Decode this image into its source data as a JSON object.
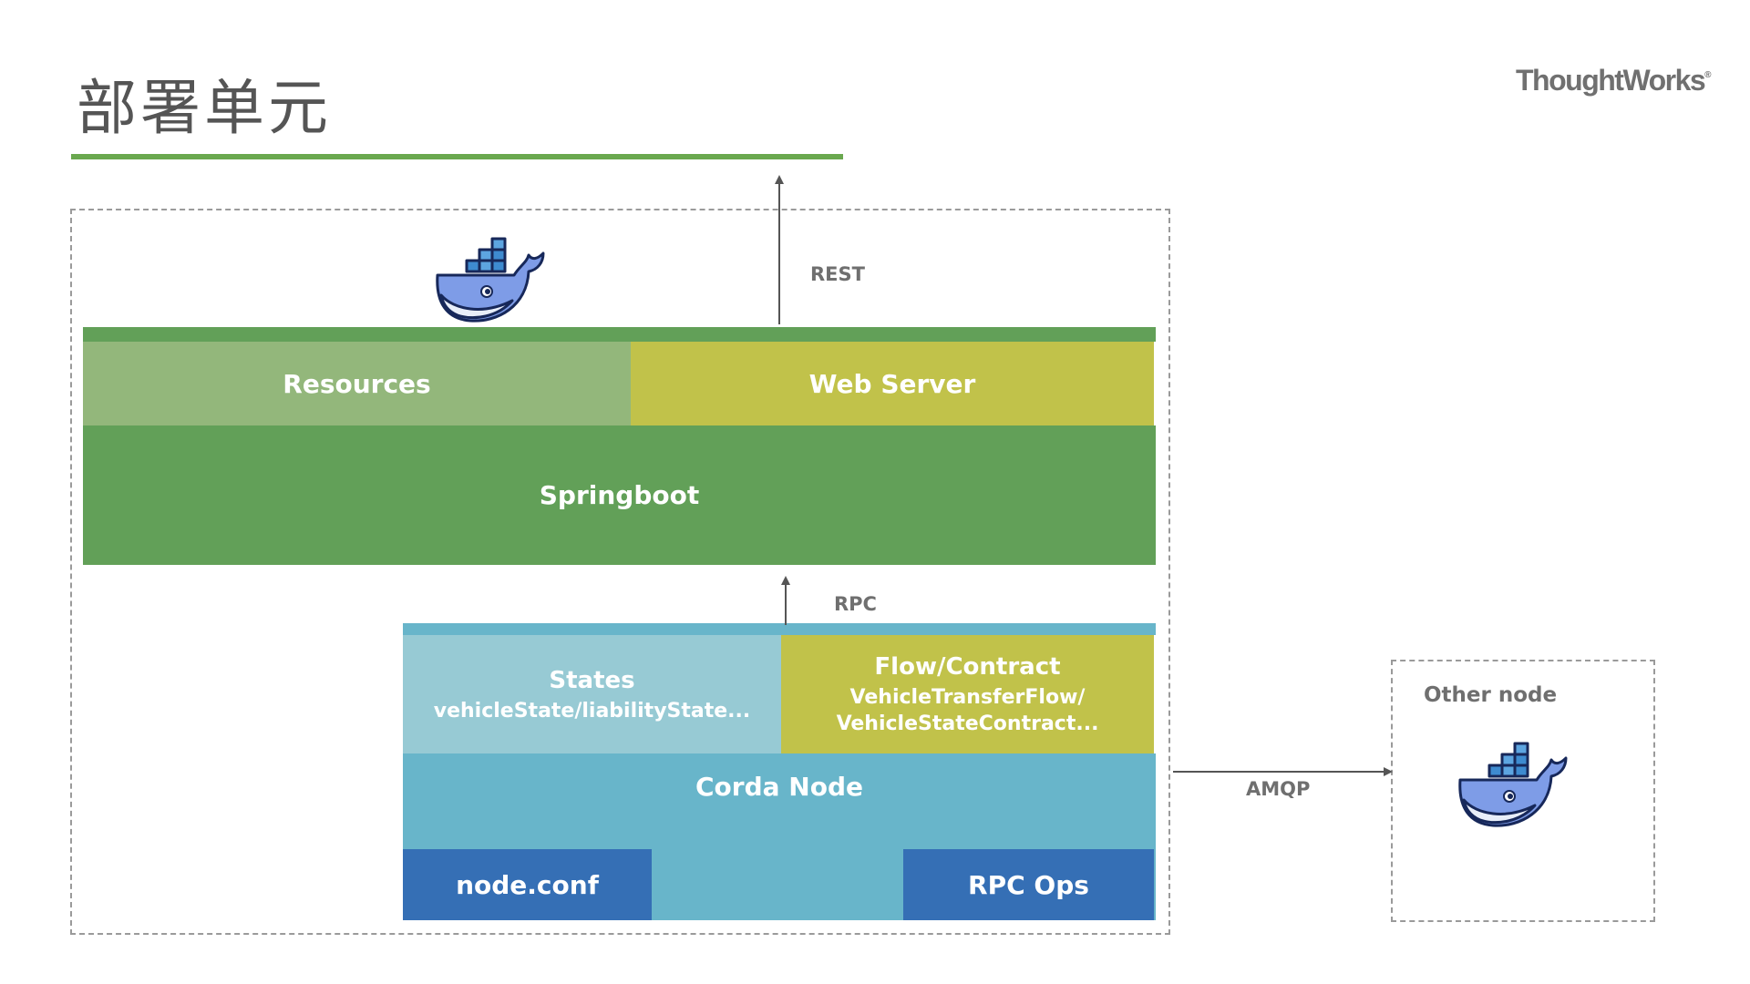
{
  "header": {
    "title": "部署单元",
    "logo": "ThoughtWorks",
    "logo_mark": "®"
  },
  "springboot_stack": {
    "resources": "Resources",
    "web_server": "Web Server",
    "springboot": "Springboot"
  },
  "corda_stack": {
    "states_title": "States",
    "states_detail": "vehicleState/liabilityState...",
    "flow_title": "Flow/Contract",
    "flow_detail_1": "VehicleTransferFlow/",
    "flow_detail_2": "VehicleStateContract...",
    "corda_node": "Corda Node",
    "node_conf": "node.conf",
    "rpc_ops": "RPC Ops"
  },
  "connections": {
    "rest": "REST",
    "rpc": "RPC",
    "amqp": "AMQP"
  },
  "other_node": {
    "label": "Other node"
  },
  "colors": {
    "title_underline": "#6aa84f",
    "springboot_green": "#62a058",
    "resources_green": "#93b77b",
    "web_server_olive": "#c1c24a",
    "corda_teal": "#68b5ca",
    "states_light": "#97cad4",
    "node_blue": "#356fb5",
    "whale_blue": "#7e9ce7",
    "container_blue": "#3e8bd0"
  },
  "icons": [
    "docker-whale-icon",
    "docker-whale-icon"
  ]
}
